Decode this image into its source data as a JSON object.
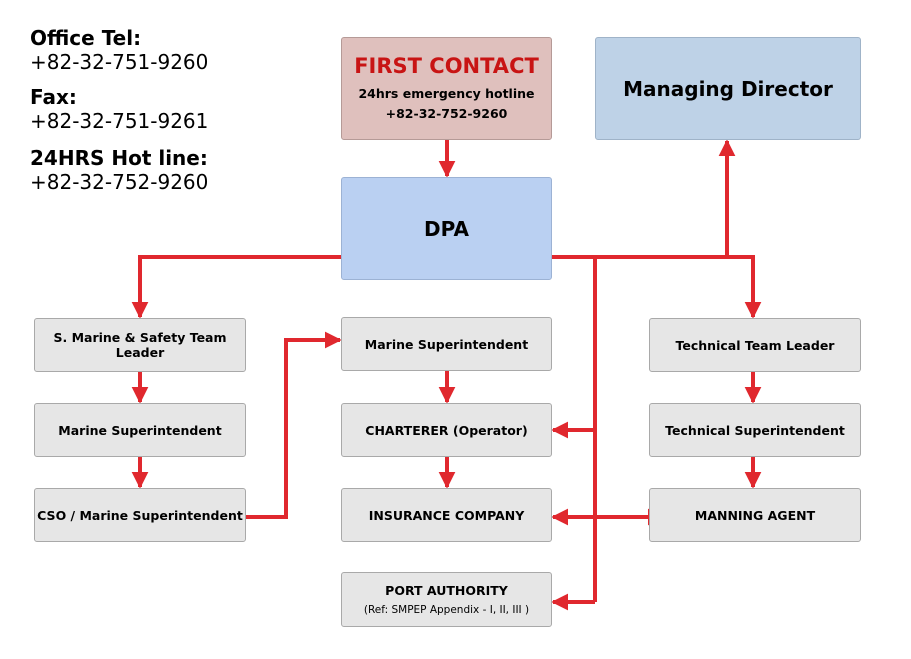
{
  "contacts": {
    "office_label": "Office Tel:",
    "office_number": "+82-32-751-9260",
    "fax_label": "Fax:",
    "fax_number": "+82-32-751-9261",
    "hotline_label": "24HRS Hot line:",
    "hotline_number": "+82-32-752-9260"
  },
  "first_contact": {
    "title": "FIRST CONTACT",
    "subtitle": "24hrs emergency hotline",
    "number": "+82-32-752-9260"
  },
  "nodes": {
    "managing_director": "Managing Director",
    "dpa": "DPA",
    "safety_team_leader": "S. Marine & Safety Team Leader",
    "marine_superintendent_left": "Marine Superintendent",
    "cso_marine_superintendent": "CSO / Marine Superintendent",
    "marine_superintendent_center": "Marine Superintendent",
    "charterer": "CHARTERER (Operator)",
    "insurance_company": "INSURANCE COMPANY",
    "port_authority": "PORT AUTHORITY",
    "port_authority_ref": "(Ref: SMPEP Appendix - I, II, III )",
    "technical_team_leader": "Technical Team Leader",
    "technical_superintendent": "Technical Superintendent",
    "manning_agent": "MANNING AGENT"
  },
  "colors": {
    "arrow": "#e0282e",
    "first_contact_title": "#c81414",
    "first_contact_bg": "#dfc0bd",
    "managing_director_bg": "#bed2e7",
    "dpa_bg": "#bad0f2",
    "node_bg": "#e6e6e6"
  }
}
